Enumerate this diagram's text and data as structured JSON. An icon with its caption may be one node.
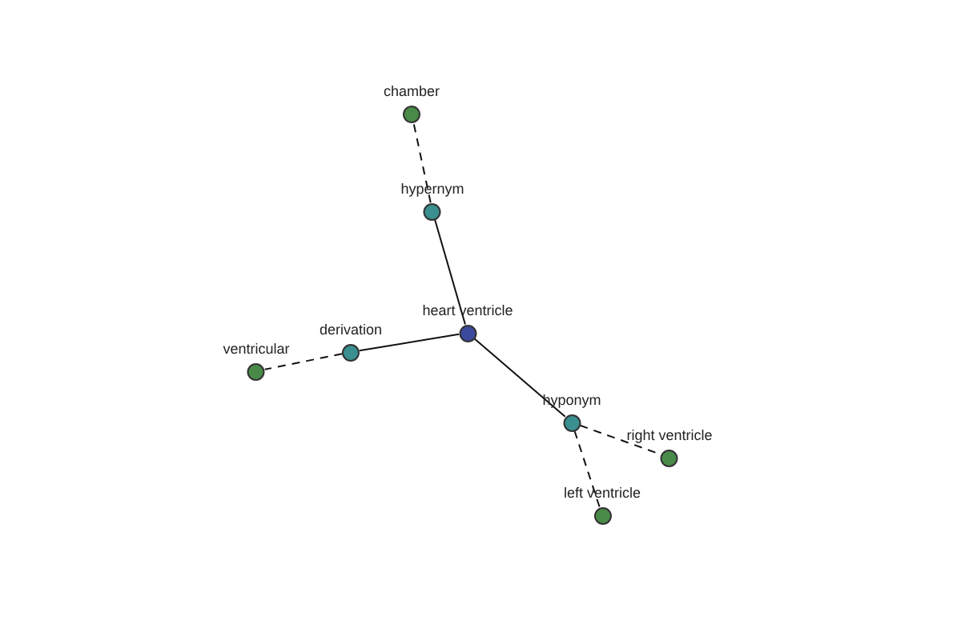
{
  "diagram": {
    "nodes": [
      {
        "text": [
          "heart ventricle"
        ]
      },
      {
        "text": [
          "hypernym"
        ]
      },
      {
        "text": [
          "chamber"
        ]
      },
      {
        "text": [
          "derivation"
        ]
      },
      {
        "text": [
          "ventricular"
        ]
      },
      {
        "text": [
          "hyponym"
        ]
      },
      {
        "text": [
          "right ventricle"
        ]
      },
      {
        "text": [
          "left ventricle"
        ]
      }
    ],
    "edges": [
      {
        "from": 0,
        "to": 1,
        "arrow": "none"
      },
      {
        "from": 1,
        "to": 2,
        "arrow": "none",
        "style": "dashed"
      },
      {
        "from": 0,
        "to": 3,
        "arrow": "none"
      },
      {
        "from": 3,
        "to": 4,
        "arrow": "none",
        "style": "dashed"
      },
      {
        "from": 0,
        "to": 5,
        "arrow": "none"
      },
      {
        "from": 5,
        "to": 6,
        "arrow": "none",
        "style": "dashed"
      },
      {
        "from": 5,
        "to": 7,
        "arrow": "none",
        "style": "dashed"
      }
    ]
  }
}
